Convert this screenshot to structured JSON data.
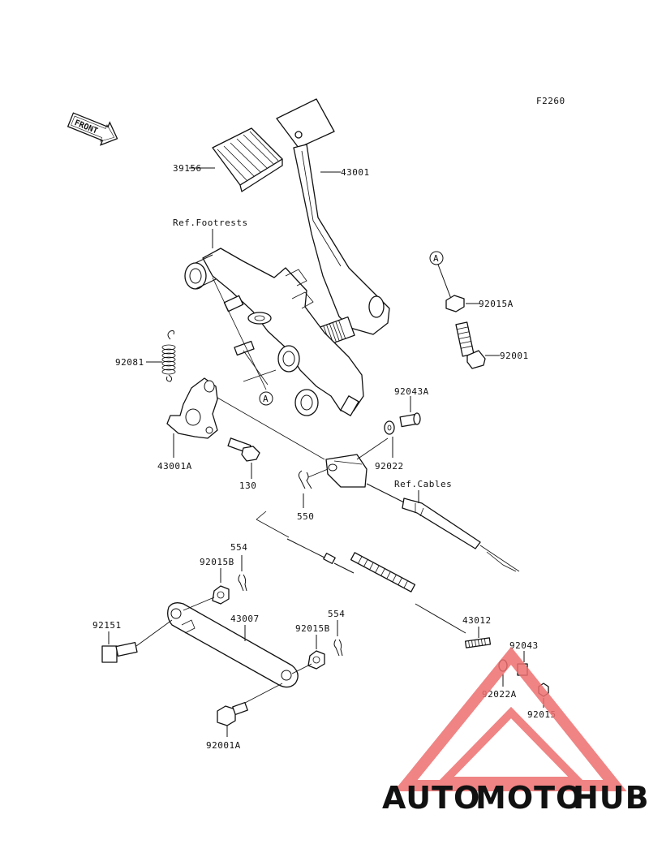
{
  "diagram": {
    "figure_code": "F2260",
    "front_label": "FRONT",
    "refs": {
      "footrests": "Ref.Footrests",
      "cables": "Ref.Cables"
    },
    "callout": "A",
    "parts": {
      "p39156": "39156",
      "p43001": "43001",
      "p92015A": "92015A",
      "p92001": "92001",
      "p92081": "92081",
      "p43001A": "43001A",
      "p130": "130",
      "p92043A": "92043A",
      "p92022": "92022",
      "p550": "550",
      "p554a": "554",
      "p92015Ba": "92015B",
      "p92151": "92151",
      "p43007": "43007",
      "p554b": "554",
      "p92015Bb": "92015B",
      "p43012": "43012",
      "p92043": "92043",
      "p92022A": "92022A",
      "p92015": "92015",
      "p92001A": "92001A"
    }
  },
  "watermark": {
    "auto": "AUTO",
    "moto": "MOTO",
    "hub": "HUB",
    "colors": {
      "auto": "#f6c47a",
      "moto": "#f08a86",
      "hub": "#8a8a8a",
      "triangle": "#ee6f6f"
    }
  }
}
